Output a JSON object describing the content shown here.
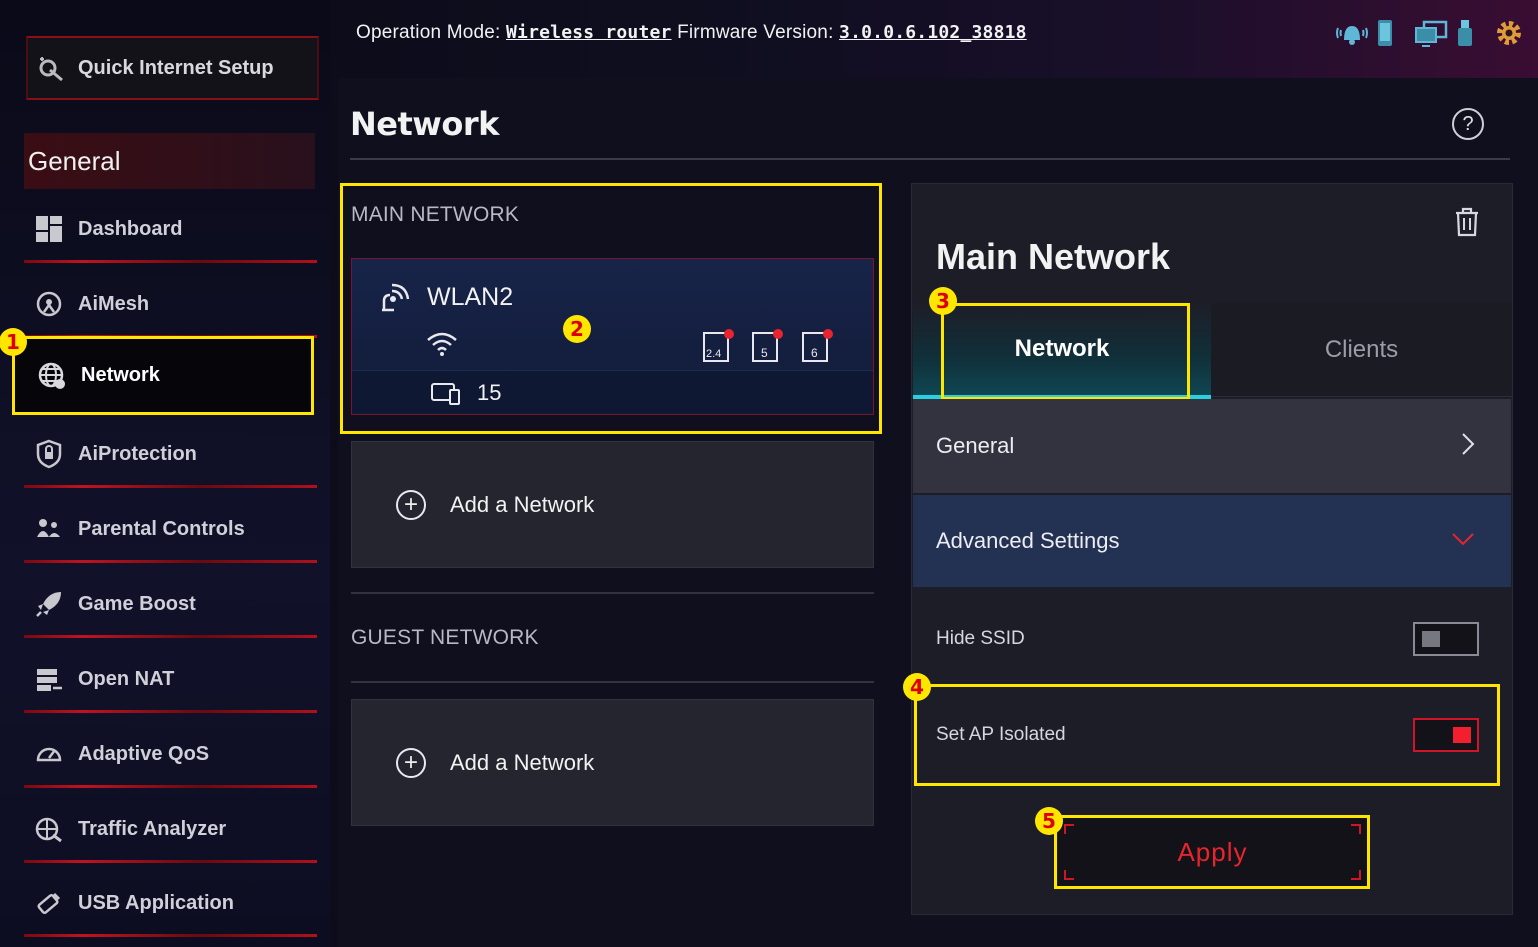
{
  "topbar": {
    "op_mode_label": "Operation Mode:",
    "op_mode_value": "Wireless router",
    "firmware_label": "Firmware Version:",
    "firmware_value": "3.0.0.6.102_38818",
    "icons": [
      "notification-icon",
      "mobile-app-icon",
      "devices-icon",
      "usb-icon",
      "settings-icon"
    ]
  },
  "sidebar": {
    "quick_setup": "Quick Internet Setup",
    "section": "General",
    "items": [
      {
        "label": "Dashboard",
        "icon": "dashboard-icon"
      },
      {
        "label": "AiMesh",
        "icon": "aimesh-icon"
      },
      {
        "label": "Network",
        "icon": "globe-icon",
        "active": true
      },
      {
        "label": "AiProtection",
        "icon": "shield-icon"
      },
      {
        "label": "Parental Controls",
        "icon": "family-icon"
      },
      {
        "label": "Game Boost",
        "icon": "rocket-icon"
      },
      {
        "label": "Open NAT",
        "icon": "nat-icon"
      },
      {
        "label": "Adaptive QoS",
        "icon": "gauge-icon"
      },
      {
        "label": "Traffic Analyzer",
        "icon": "traffic-icon"
      },
      {
        "label": "USB Application",
        "icon": "usb-app-icon"
      }
    ]
  },
  "page": {
    "title": "Network",
    "help": "?",
    "main_network_label": "MAIN NETWORK",
    "guest_network_label": "GUEST NETWORK",
    "wlan": {
      "name": "WLAN2",
      "bands": [
        "2.4",
        "5",
        "6"
      ],
      "clients": "15"
    },
    "add_network": "Add a Network"
  },
  "panel": {
    "title": "Main Network",
    "tabs": [
      "Network",
      "Clients"
    ],
    "general": "General",
    "advanced": "Advanced Settings",
    "hide_ssid": {
      "label": "Hide SSID",
      "on": false
    },
    "ap_isolated": {
      "label": "Set AP Isolated",
      "on": true
    },
    "apply": "Apply"
  },
  "annotations": [
    "1",
    "2",
    "3",
    "4",
    "5"
  ],
  "colors": {
    "accent_red": "#e8242e",
    "highlight": "#ffe600",
    "tab_cyan": "#2bd0e0"
  }
}
